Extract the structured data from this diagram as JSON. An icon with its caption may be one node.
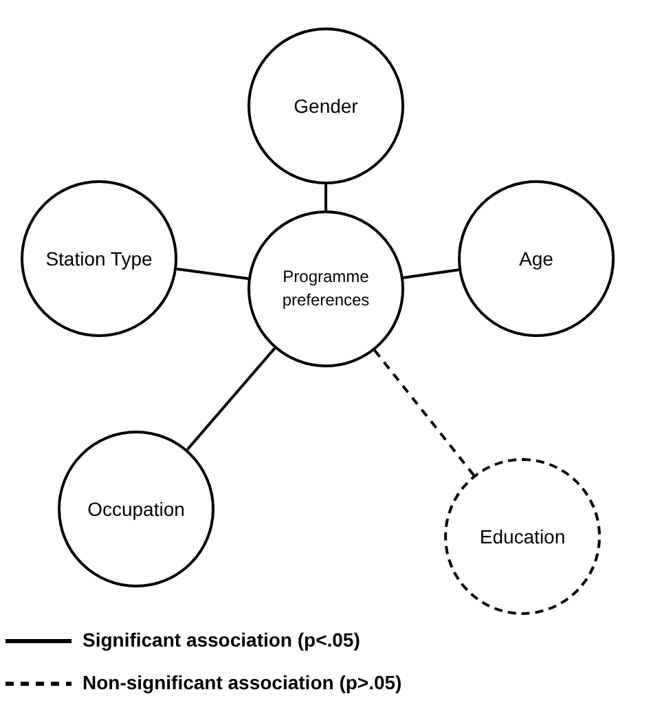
{
  "diagram": {
    "nodes": [
      {
        "text": [
          "Gender"
        ]
      },
      {
        "text": [
          "Station Type"
        ]
      },
      {
        "text": [
          "Programme preferences"
        ]
      },
      {
        "text": [
          "Age"
        ]
      },
      {
        "text": [
          "Occupation"
        ]
      },
      {
        "text": [
          "Education"
        ]
      }
    ],
    "edges": [
      {
        "from": 2,
        "to": 0,
        "arrow": "none"
      },
      {
        "from": 2,
        "to": 1,
        "arrow": "none"
      },
      {
        "from": 2,
        "to": 3,
        "arrow": "none"
      },
      {
        "from": 2,
        "to": 4,
        "arrow": "none"
      },
      {
        "from": 2,
        "to": 5,
        "arrow": "none",
        "style": "dashed"
      }
    ],
    "legend": [
      {
        "text": "Significant association (p<.05)"
      },
      {
        "text": "Non-significant association (p>.05)"
      }
    ]
  }
}
